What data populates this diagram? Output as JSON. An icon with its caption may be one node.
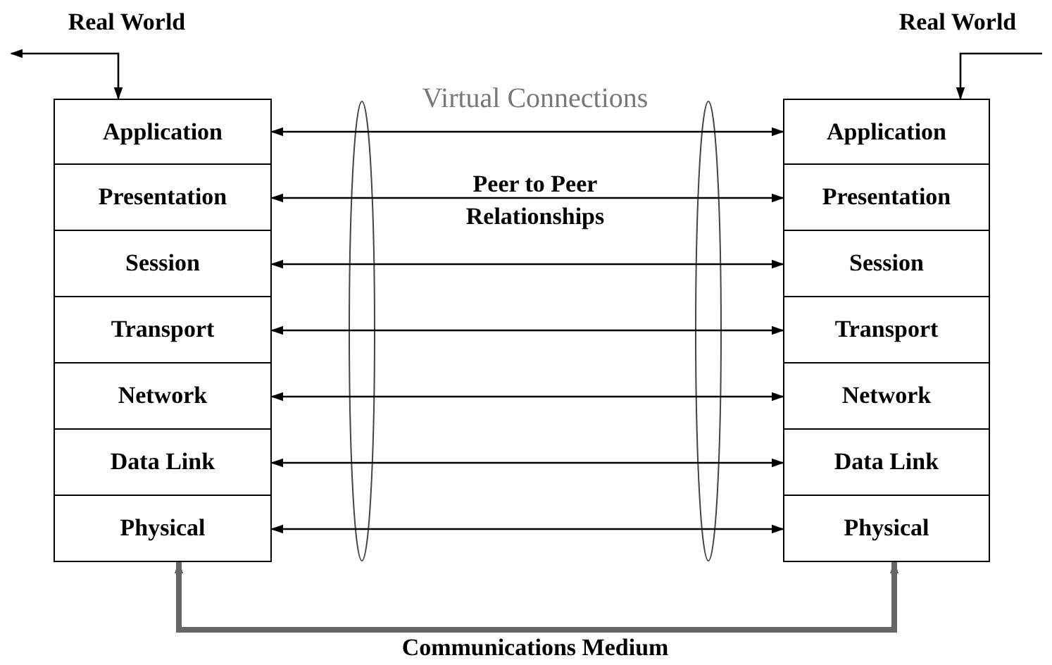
{
  "diagram": {
    "nodes": [
      {
        "text": [
          "Application"
        ]
      },
      {
        "text": [
          "Presentation"
        ]
      },
      {
        "text": [
          "Session"
        ]
      },
      {
        "text": [
          "Transport"
        ]
      },
      {
        "text": [
          "Network"
        ]
      },
      {
        "text": [
          "Data Link"
        ]
      },
      {
        "text": [
          "Physical"
        ]
      },
      {
        "text": [
          "Application"
        ]
      },
      {
        "text": [
          "Presentation"
        ]
      },
      {
        "text": [
          "Session"
        ]
      },
      {
        "text": [
          "Transport"
        ]
      },
      {
        "text": [
          "Network"
        ]
      },
      {
        "text": [
          "Data Link"
        ]
      },
      {
        "text": [
          "Physical"
        ]
      }
    ],
    "edges": [
      {
        "from": 0,
        "to": 7,
        "arrow": "both"
      },
      {
        "from": 1,
        "to": 8,
        "arrow": "both"
      },
      {
        "from": 2,
        "to": 9,
        "arrow": "both"
      },
      {
        "from": 3,
        "to": 10,
        "arrow": "both"
      },
      {
        "from": 4,
        "to": 11,
        "arrow": "both"
      },
      {
        "from": 5,
        "to": 12,
        "arrow": "both"
      },
      {
        "from": 6,
        "to": 13,
        "arrow": "both"
      },
      {
        "from": null,
        "to": 0,
        "arrow": "both"
      },
      {
        "from": null,
        "to": 7,
        "arrow": "to"
      },
      {
        "from": 6,
        "to": 13,
        "arrow": "both",
        "style": "thick",
        "color": "#666666"
      }
    ],
    "labels": [
      "Real World",
      "Real World",
      "Virtual Connections",
      "Peer to Peer Relationships",
      "Communications Medium"
    ]
  }
}
